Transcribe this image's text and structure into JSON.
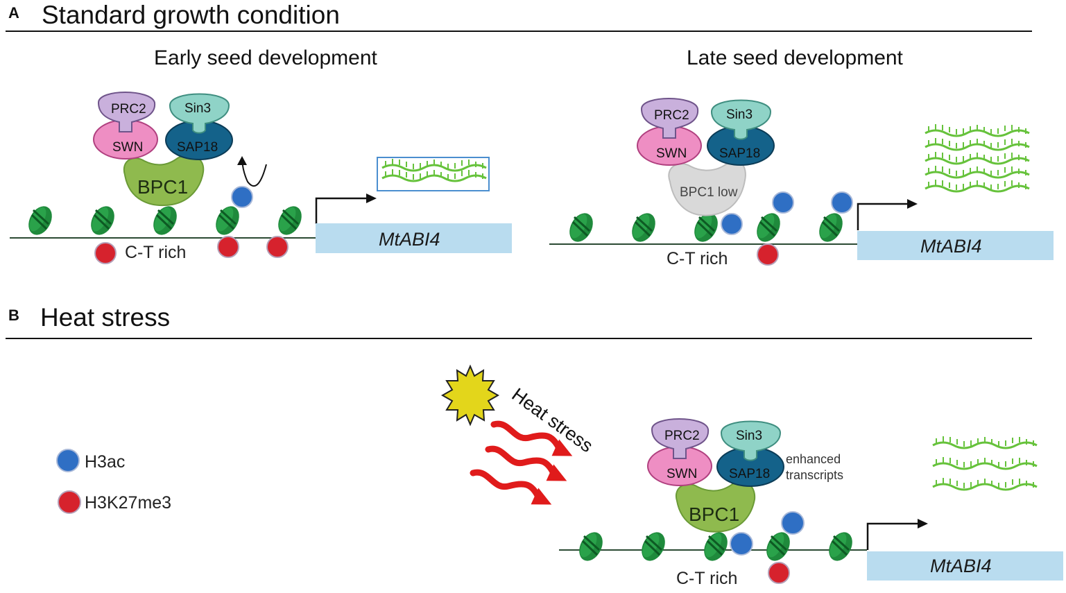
{
  "panel_a": {
    "letter": "A",
    "title": "Standard growth condition",
    "early": {
      "subtitle": "Early seed development",
      "prc2": "PRC2",
      "swn": "SWN",
      "sin3": "Sin3",
      "sap18": "SAP18",
      "bpc1": "BPC1",
      "ct_rich": "C-T rich",
      "gene": "MtABI4"
    },
    "late": {
      "subtitle": "Late seed development",
      "prc2": "PRC2",
      "swn": "SWN",
      "sin3": "Sin3",
      "sap18": "SAP18",
      "bpc1": "BPC1 low",
      "ct_rich": "C-T rich",
      "gene": "MtABI4"
    }
  },
  "panel_b": {
    "letter": "B",
    "title": "Heat stress",
    "heat_label": "Heat stress",
    "prc2": "PRC2",
    "swn": "SWN",
    "sin3": "Sin3",
    "sap18": "SAP18",
    "bpc1": "BPC1",
    "enhanced_line1": "enhanced",
    "enhanced_line2": "transcripts",
    "ct_rich": "C-T rich",
    "gene": "MtABI4"
  },
  "legend": {
    "h3ac": "H3ac",
    "h3k27me3": "H3K27me3"
  },
  "colors": {
    "h3ac": "#2f6fc4",
    "h3k27me3": "#d6222d",
    "nucleosome": "#1f8a3c",
    "gene_box": "#b9dcef",
    "prc2": "#c9b0dc",
    "swn": "#ee8ec3",
    "sin3": "#8fd3c7",
    "sap18": "#14628a",
    "bpc1": "#8fba4e",
    "transcript": "#66c23b",
    "heat_wave": "#e01b1b",
    "sun": "#e3d61b"
  }
}
